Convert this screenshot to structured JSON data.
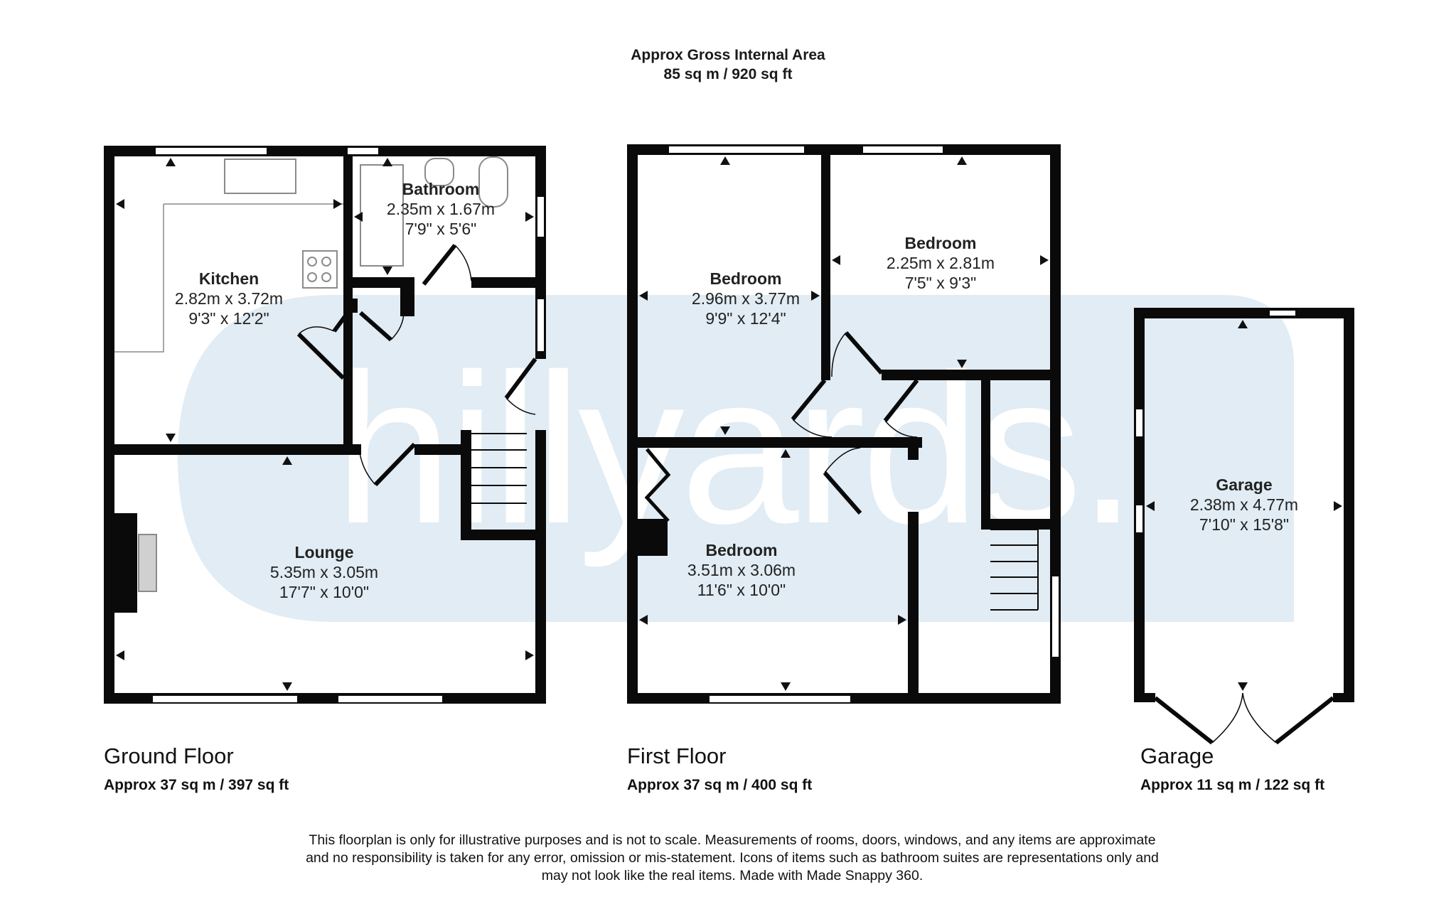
{
  "header": {
    "title": "Approx Gross Internal Area",
    "area": "85 sq m / 920 sq ft"
  },
  "watermark": {
    "text": "hillyards.",
    "color": "#e1ecf4"
  },
  "colors": {
    "wall": "#0a0a0a",
    "watermark": "#e1ecf4",
    "fixture_stroke": "#8a8a8a",
    "text": "#1a1a1a"
  },
  "floors": [
    {
      "id": "ground",
      "title": "Ground Floor",
      "area": "Approx 37 sq m / 397 sq ft",
      "rooms": [
        {
          "name": "Kitchen",
          "metric": "2.82m x 3.72m",
          "imperial": "9'3\" x 12'2\""
        },
        {
          "name": "Bathroom",
          "metric": "2.35m x 1.67m",
          "imperial": "7'9\" x 5'6\""
        },
        {
          "name": "Lounge",
          "metric": "5.35m x 3.05m",
          "imperial": "17'7\" x 10'0\""
        }
      ]
    },
    {
      "id": "first",
      "title": "First Floor",
      "area": "Approx 37 sq m / 400 sq ft",
      "rooms": [
        {
          "name": "Bedroom",
          "metric": "2.96m x 3.77m",
          "imperial": "9'9\" x 12'4\""
        },
        {
          "name": "Bedroom",
          "metric": "2.25m x 2.81m",
          "imperial": "7'5\" x 9'3\""
        },
        {
          "name": "Bedroom",
          "metric": "3.51m x 3.06m",
          "imperial": "11'6\" x 10'0\""
        }
      ]
    },
    {
      "id": "garage",
      "title": "Garage",
      "area": "Approx 11 sq m / 122 sq ft",
      "rooms": [
        {
          "name": "Garage",
          "metric": "2.38m x 4.77m",
          "imperial": "7'10\" x 15'8\""
        }
      ]
    }
  ],
  "disclaimer": {
    "line1": "This floorplan is only for illustrative purposes and is not to scale. Measurements of rooms, doors, windows, and any items are approximate",
    "line2": "and no responsibility is taken for any error, omission or mis-statement. Icons of items such as bathroom suites are representations only and",
    "line3": "may not look like the real items. Made with Made Snappy 360."
  }
}
